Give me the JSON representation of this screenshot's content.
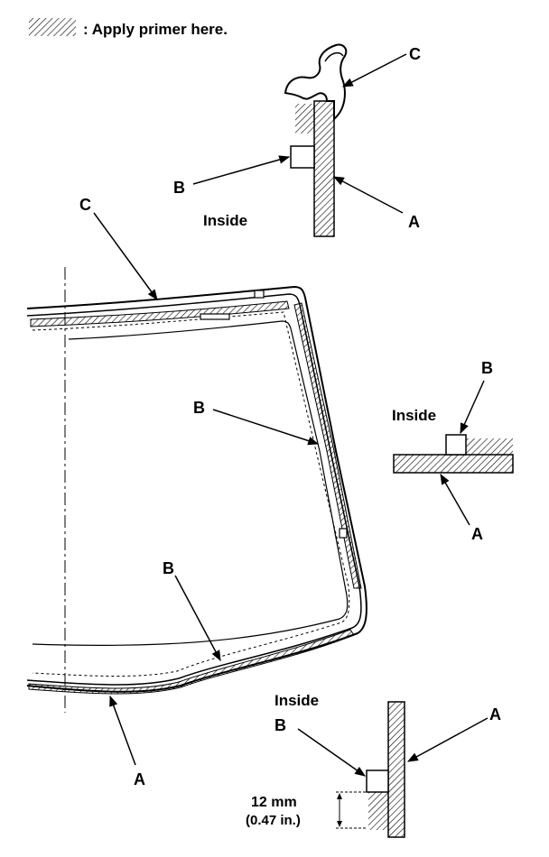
{
  "legend": {
    "text": ": Apply primer here."
  },
  "top_detail": {
    "label_c": "C",
    "label_b": "B",
    "label_a": "A",
    "inside": "Inside"
  },
  "main_view": {
    "label_c": "C",
    "label_b_upper": "B",
    "label_b_lower": "B",
    "label_a": "A"
  },
  "right_detail": {
    "label_b": "B",
    "label_a": "A",
    "inside": "Inside"
  },
  "bottom_detail": {
    "label_b": "B",
    "label_a": "A",
    "inside": "Inside",
    "dimension_mm": "12 mm",
    "dimension_in": "(0.47 in.)"
  }
}
